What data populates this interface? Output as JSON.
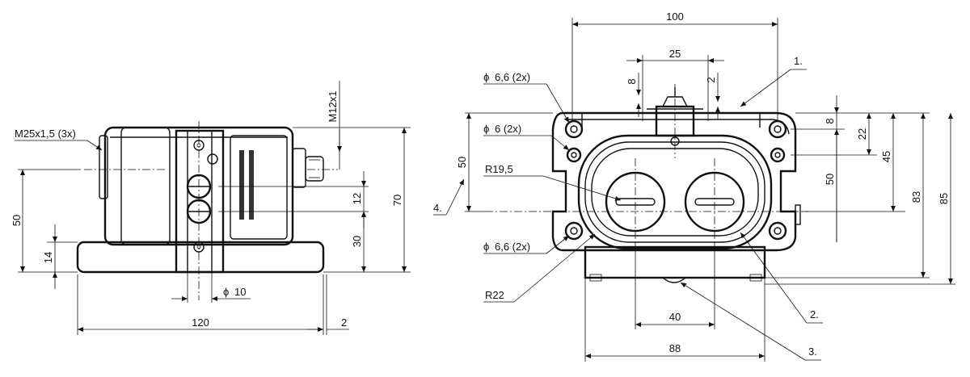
{
  "labels": {
    "m25": "M25x1,5 (3x)",
    "m12": "M12x1",
    "phi66_top": "6,6 (2x)",
    "phi6": "6 (2x)",
    "r195": "R19,5",
    "phi66_bot": "6,6 (2x)",
    "r22": "R22",
    "phi10": "10",
    "phi_symbol": "ϕ"
  },
  "callouts": {
    "c1": "1.",
    "c2": "2.",
    "c3": "3.",
    "c4": "4."
  },
  "dims_left": {
    "d50": "50",
    "d14": "14",
    "d12": "12",
    "d30": "30",
    "d70": "70",
    "d120": "120",
    "d2": "2"
  },
  "dims_right": {
    "d100": "100",
    "d25": "25",
    "d8a": "8",
    "d2": "2",
    "d50v": "50",
    "d8b": "8",
    "d22": "22",
    "d45": "45",
    "d50r": "50",
    "d83": "83",
    "d85": "85",
    "d40": "40",
    "d88": "88"
  }
}
